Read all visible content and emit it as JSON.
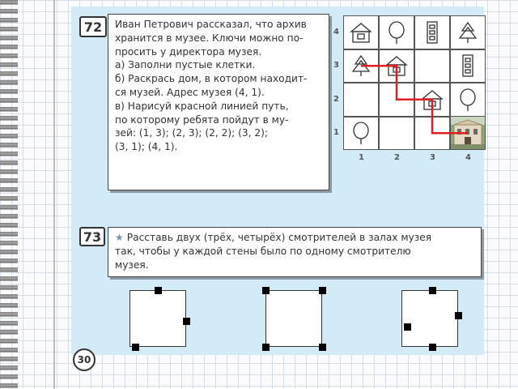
{
  "task72": {
    "number": "72",
    "lines": [
      "Иван Петрович рассказал, что архив",
      "хранится в музее. Ключи можно по-",
      "просить у директора музея.",
      "а) Заполни пустые клетки.",
      "б) Раскрась дом, в котором находит-",
      "ся музей. Адрес музея (4, 1).",
      "в) Нарисуй красной линией путь,",
      "по которому ребята пойдут в му-",
      "зей: (1, 3); (2, 3); (2, 2); (3, 2);",
      "(3, 1); (4, 1)."
    ],
    "grid": {
      "x_labels": [
        "1",
        "2",
        "3",
        "4"
      ],
      "y_labels": [
        "1",
        "2",
        "3",
        "4"
      ],
      "cells": [
        {
          "col": 1,
          "row": 4,
          "icon": "house-icon"
        },
        {
          "col": 2,
          "row": 4,
          "icon": "tree-icon"
        },
        {
          "col": 3,
          "row": 4,
          "icon": "tall-building-icon"
        },
        {
          "col": 4,
          "row": 4,
          "icon": "fir-tree-icon"
        },
        {
          "col": 1,
          "row": 3,
          "icon": "fir-tree-icon"
        },
        {
          "col": 2,
          "row": 3,
          "icon": "house-icon"
        },
        {
          "col": 4,
          "row": 3,
          "icon": "tall-building-icon"
        },
        {
          "col": 3,
          "row": 2,
          "icon": "house-icon"
        },
        {
          "col": 4,
          "row": 2,
          "icon": "tree-icon"
        },
        {
          "col": 1,
          "row": 1,
          "icon": "tree-icon"
        },
        {
          "col": 4,
          "row": 1,
          "icon": "museum-photo"
        }
      ],
      "path": [
        [
          1,
          3
        ],
        [
          2,
          3
        ],
        [
          2,
          2
        ],
        [
          3,
          2
        ],
        [
          3,
          1
        ],
        [
          4,
          1
        ]
      ],
      "path_color": "#e02020"
    }
  },
  "task73": {
    "number": "73",
    "lines": [
      "Расставь двух (трёх, четырёх) смотрителей в залах музея",
      "так, чтобы у каждой стены было по одному смотрителю",
      "музея."
    ],
    "rooms": [
      {
        "guards": [
          [
            0.5,
            0.0
          ],
          [
            1.0,
            0.55
          ],
          [
            0.1,
            1.0
          ]
        ]
      },
      {
        "guards": [
          [
            0.0,
            0.0
          ],
          [
            1.0,
            0.0
          ],
          [
            0.0,
            1.0
          ],
          [
            1.0,
            1.0
          ]
        ]
      },
      {
        "guards": [
          [
            0.55,
            0.0
          ],
          [
            1.0,
            0.45
          ],
          [
            0.1,
            0.65
          ],
          [
            0.55,
            1.0
          ]
        ]
      }
    ]
  },
  "page_number": "30",
  "colors": {
    "page_bg": "#d3ebf7",
    "path": "#e02020",
    "star": "#7c93a6"
  }
}
